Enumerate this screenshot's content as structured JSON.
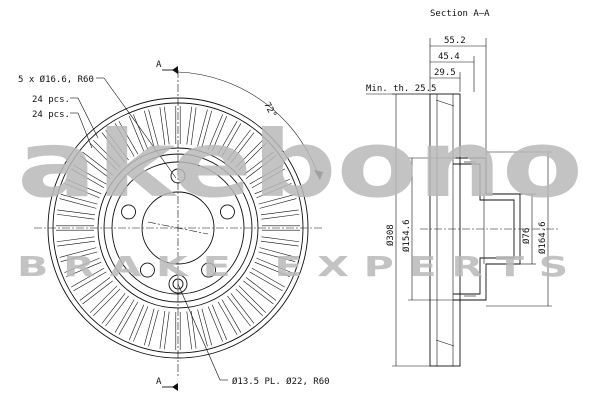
{
  "watermark": {
    "brand": "akebono",
    "tagline": "BRAKE EXPERTS"
  },
  "labels": {
    "section_title": "Section A–A",
    "section_marker_top": "A",
    "section_marker_bottom": "A",
    "bolt_holes": "5 x Ø16.6, R60",
    "vanes_count_1": "24 pcs.",
    "vanes_count_2": "24 pcs.",
    "angle": "72°",
    "locating_holes": "Ø13.5 PL. Ø22, R60",
    "min_thickness": "Min. th. 25.5",
    "dim_total_height": "55.2",
    "dim_mid_height": "45.4",
    "dim_thickness": "29.5",
    "dia_outer": "Ø308",
    "dia_hat": "Ø154.6",
    "dia_center": "Ø76",
    "dia_hat_outer": "Ø164.6"
  },
  "colors": {
    "line": "#111111",
    "watermark": "#b9b9b9",
    "background": "#ffffff"
  }
}
